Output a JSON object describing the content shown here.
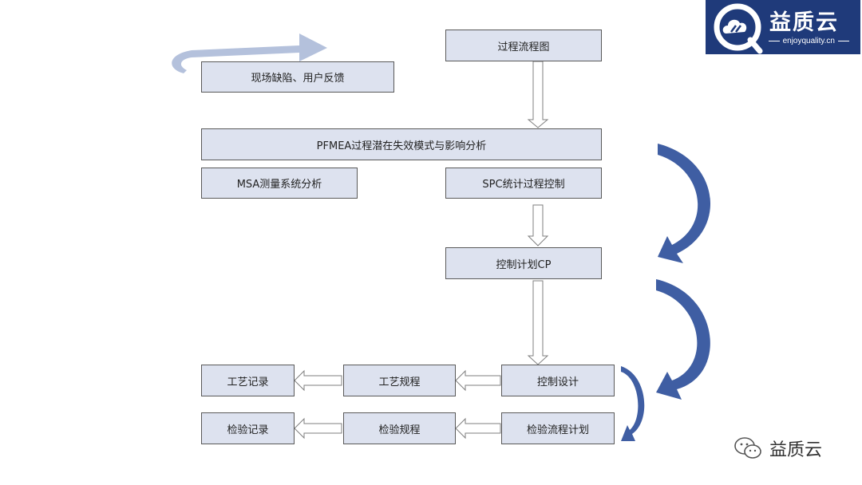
{
  "logo": {
    "title": "益质云",
    "subtitle": "enjoyquality.cn",
    "icon": "cloud-q-icon",
    "bg": "#1f3a7a"
  },
  "boxes": {
    "process_flow": "过程流程图",
    "field_defects": "现场缺陷、用户反馈",
    "pfmea": "PFMEA过程潜在失效模式与影响分析",
    "msa": "MSA测量系统分析",
    "spc": "SPC统计过程控制",
    "control_plan": "控制计划CP",
    "control_design": "控制设计",
    "process_spec": "工艺规程",
    "process_record": "工艺记录",
    "inspection_plan": "检验流程计划",
    "inspection_spec": "检验规程",
    "inspection_record": "检验记录"
  },
  "colors": {
    "box_fill": "#dde2ef",
    "box_border": "#595959",
    "curve_arrow": "#3f5ea3",
    "feedback_arrow": "#b4c1dc"
  },
  "watermark": {
    "text": "益质云",
    "icon": "wechat-icon"
  }
}
